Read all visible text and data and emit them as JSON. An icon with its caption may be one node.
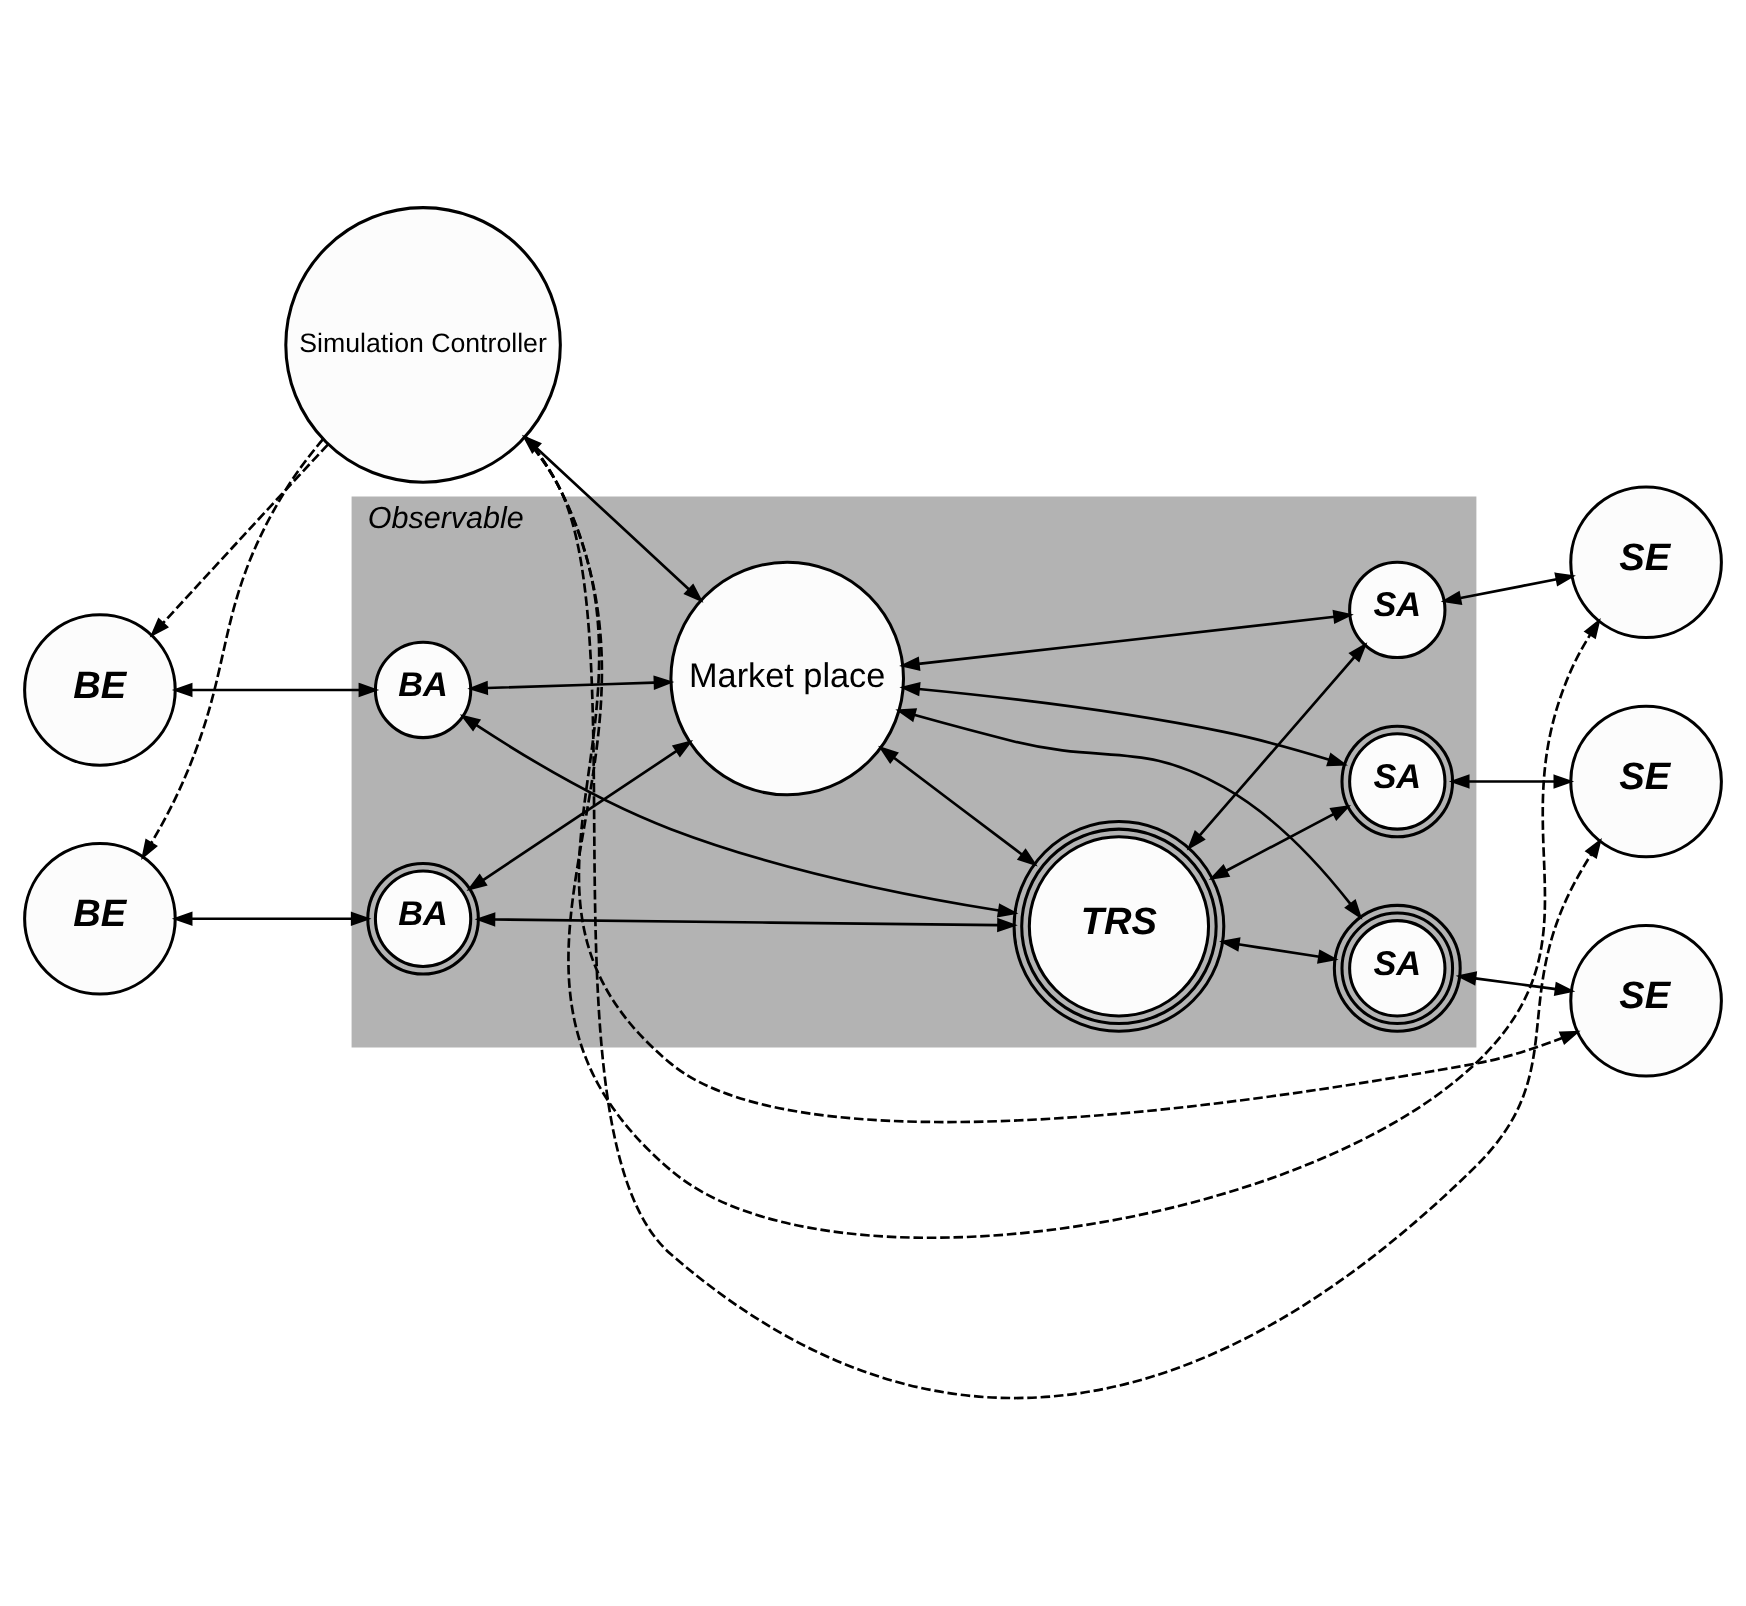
{
  "diagram": {
    "nodes": [
      {
        "text": [
          "Simulation Controller"
        ]
      },
      {
        "text": [
          "Observable"
        ]
      },
      {
        "text": [
          "Market place"
        ],
        "in": 1
      },
      {
        "text": [
          "BA"
        ],
        "in": 1
      },
      {
        "text": [
          "BA"
        ],
        "in": 1
      },
      {
        "text": [
          "TRS"
        ],
        "in": 1
      },
      {
        "text": [
          "SA"
        ],
        "in": 1
      },
      {
        "text": [
          "SA"
        ],
        "in": 1
      },
      {
        "text": [
          "SA"
        ],
        "in": 1
      },
      {
        "text": [
          "BE"
        ]
      },
      {
        "text": [
          "BE"
        ]
      },
      {
        "text": [
          "SE"
        ]
      },
      {
        "text": [
          "SE"
        ]
      },
      {
        "text": [
          "SE"
        ]
      }
    ],
    "edges": [
      {
        "from": 0,
        "to": 2,
        "arrow": "both"
      },
      {
        "from": 9,
        "to": 3,
        "arrow": "both"
      },
      {
        "from": 10,
        "to": 4,
        "arrow": "both"
      },
      {
        "from": 3,
        "to": 2,
        "arrow": "both"
      },
      {
        "from": 4,
        "to": 2,
        "arrow": "both"
      },
      {
        "from": 3,
        "to": 5,
        "arrow": "both"
      },
      {
        "from": 4,
        "to": 5,
        "arrow": "both"
      },
      {
        "from": 2,
        "to": 5,
        "arrow": "both"
      },
      {
        "from": 2,
        "to": 6,
        "arrow": "both"
      },
      {
        "from": 2,
        "to": 7,
        "arrow": "both"
      },
      {
        "from": 2,
        "to": 8,
        "arrow": "both"
      },
      {
        "from": 5,
        "to": 6,
        "arrow": "both"
      },
      {
        "from": 5,
        "to": 7,
        "arrow": "both"
      },
      {
        "from": 5,
        "to": 8,
        "arrow": "both"
      },
      {
        "from": 6,
        "to": 11,
        "arrow": "both"
      },
      {
        "from": 7,
        "to": 12,
        "arrow": "both"
      },
      {
        "from": 8,
        "to": 13,
        "arrow": "both"
      },
      {
        "from": 0,
        "to": 9,
        "arrow": "to",
        "style": "dashed"
      },
      {
        "from": 0,
        "to": 10,
        "arrow": "to",
        "style": "dashed"
      },
      {
        "from": 0,
        "to": 11,
        "arrow": "to",
        "style": "dashed"
      },
      {
        "from": 0,
        "to": 12,
        "arrow": "to",
        "style": "dashed"
      },
      {
        "from": 0,
        "to": 13,
        "arrow": "to",
        "style": "dashed"
      }
    ]
  }
}
